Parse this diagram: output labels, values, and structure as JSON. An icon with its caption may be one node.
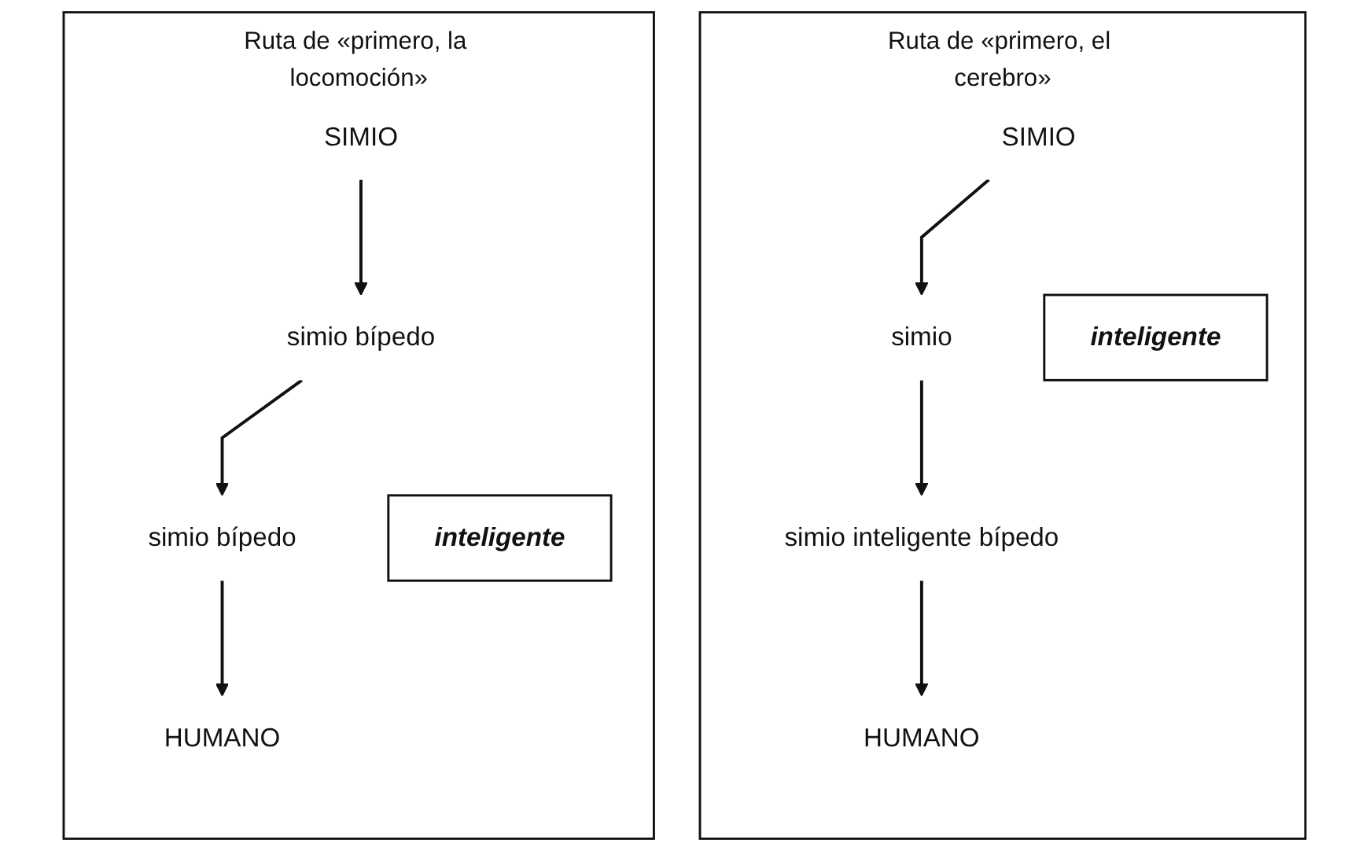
{
  "diagram": {
    "nodes": [
      {
        "text": [
          "Ruta de «primero, la locomoción»"
        ]
      },
      {
        "text": [
          "SIMIO"
        ],
        "in": 0
      },
      {
        "text": [
          "simio bípedo"
        ],
        "in": 0
      },
      {
        "text": [
          "simio bípedo"
        ],
        "in": 0
      },
      {
        "text": [
          "inteligente"
        ],
        "in": 0
      },
      {
        "text": [
          "HUMANO"
        ],
        "in": 0
      },
      {
        "text": [
          "Ruta de «primero, el cerebro»"
        ]
      },
      {
        "text": [
          "SIMIO"
        ],
        "in": 6
      },
      {
        "text": [
          "simio"
        ],
        "in": 6
      },
      {
        "text": [
          "inteligente"
        ],
        "in": 6
      },
      {
        "text": [
          "simio inteligente bípedo"
        ],
        "in": 6
      },
      {
        "text": [
          "HUMANO"
        ],
        "in": 6
      }
    ],
    "edges": [
      {
        "from": 1,
        "to": 2,
        "arrow": "to"
      },
      {
        "from": 2,
        "to": 3,
        "arrow": "to"
      },
      {
        "from": 3,
        "to": 5,
        "arrow": "to"
      },
      {
        "from": 7,
        "to": 8,
        "arrow": "to"
      },
      {
        "from": 8,
        "to": 10,
        "arrow": "to"
      },
      {
        "from": 10,
        "to": 11,
        "arrow": "to"
      }
    ]
  }
}
